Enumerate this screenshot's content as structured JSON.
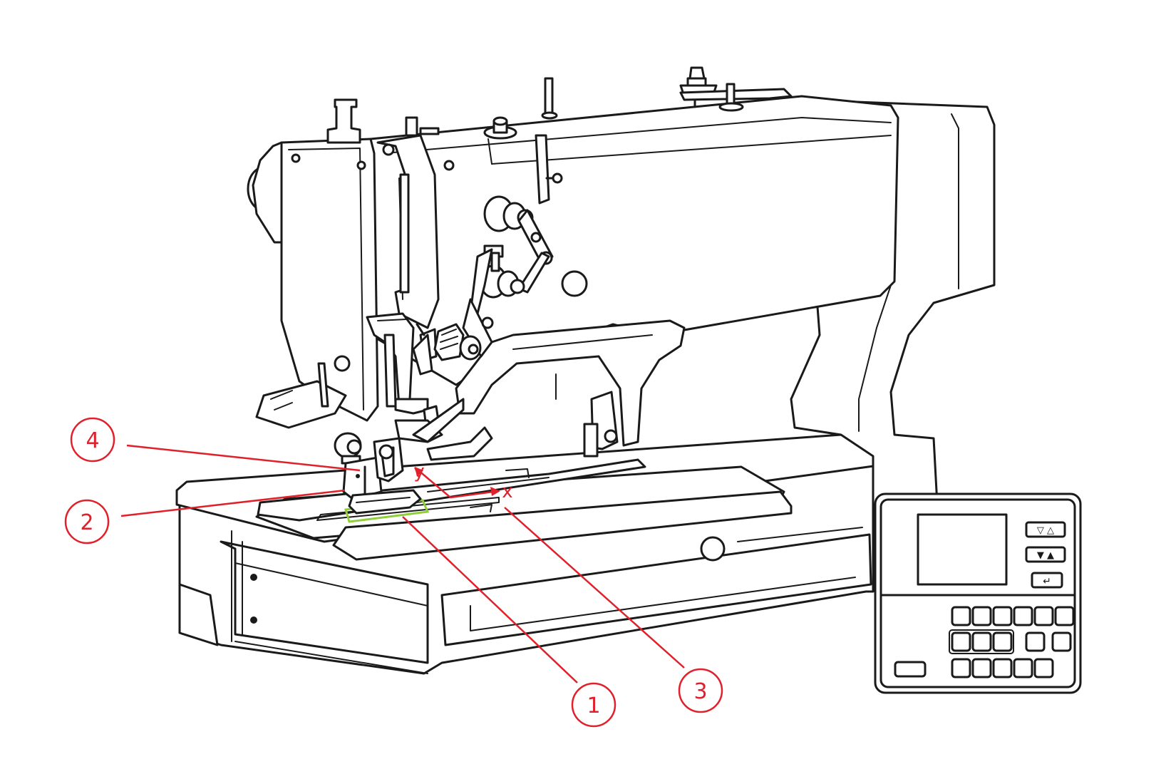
{
  "colors": {
    "callout": "#e0202a",
    "outline": "#1a1a1a",
    "highlight": "#8fcf3a"
  },
  "callouts": [
    {
      "label": "4"
    },
    {
      "label": "2"
    },
    {
      "label": "1"
    },
    {
      "label": "3"
    }
  ],
  "axes": {
    "x_label": "x",
    "y_label": "y"
  },
  "control_panel": {
    "nav_up_glyphs": "▽   △",
    "nav_down_glyphs": "▼   ▲",
    "enter_glyph": "↵"
  }
}
